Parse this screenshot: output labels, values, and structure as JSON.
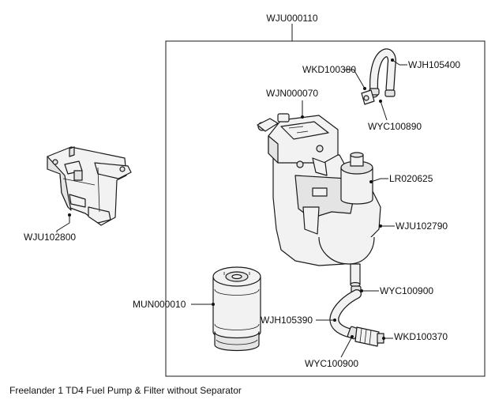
{
  "diagram": {
    "caption": "Freelander 1 TD4 Fuel Pump & Filter without Separator",
    "callouts": {
      "assembly": "WJU000110",
      "bracket": "WJU102800",
      "hose_top": "WJH105400",
      "connector_top": "WKD100380",
      "clip_top": "WYC100890",
      "pump_cover": "WJN000070",
      "pressure_unit": "LR020625",
      "housing": "WJU102790",
      "clip_outlet": "WYC100900",
      "hose_bottom": "WJH105390",
      "connector_bottom": "WKD100370",
      "clip_bottom": "WYC100900",
      "filter": "MUN000010"
    }
  }
}
